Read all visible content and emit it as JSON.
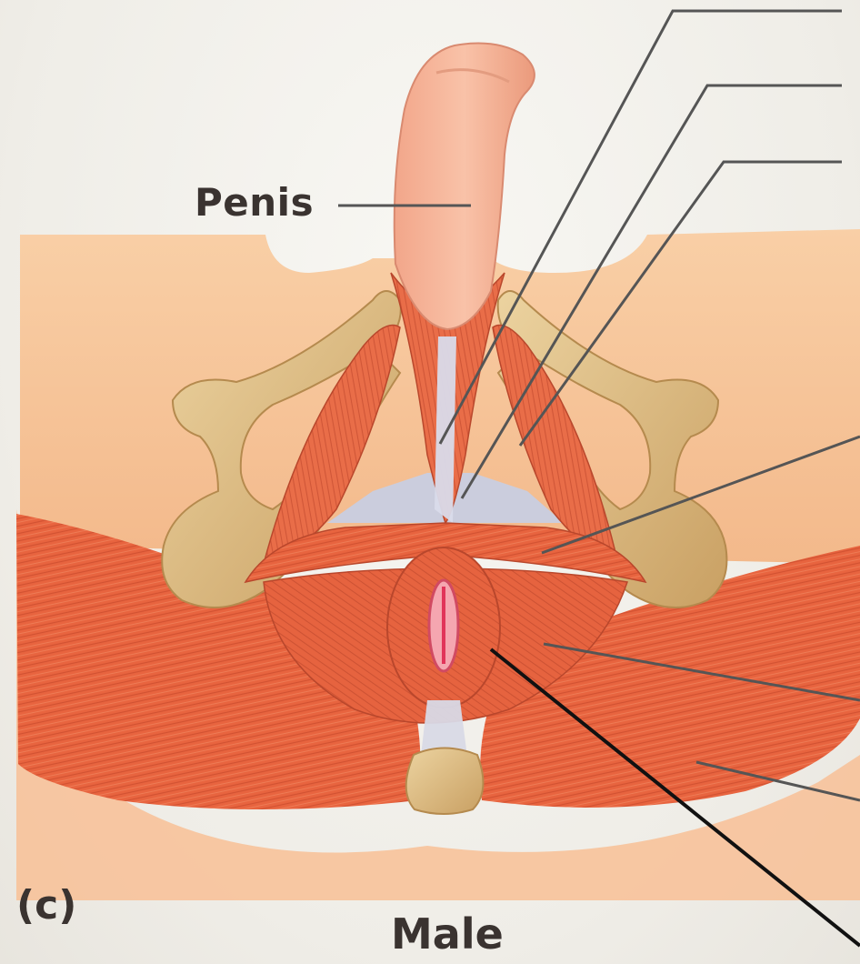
{
  "figure": {
    "panel_label": "(c)",
    "caption": "Male",
    "labels": {
      "penis": "Penis"
    }
  },
  "colors": {
    "skin": "#f6c49a",
    "muscle": "#e86a45",
    "bone": "#d9b77a",
    "fascia": "#c7cbe0",
    "leader_line": "#555555"
  }
}
